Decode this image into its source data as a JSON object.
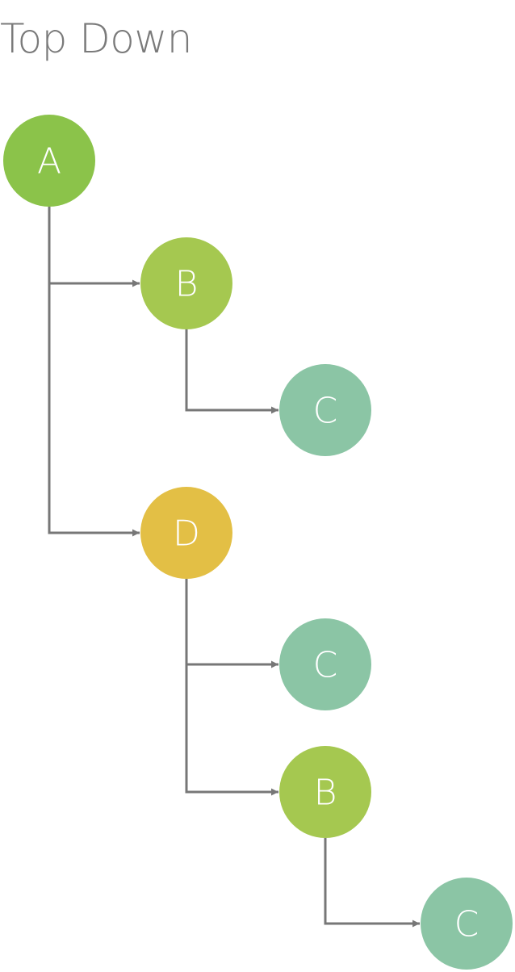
{
  "title": "Top Down",
  "colors": {
    "connector": "#777777",
    "A": "#8bc34a",
    "B": "#a5c850",
    "C": "#8bc5a5",
    "D": "#e3bf45"
  },
  "nodes": [
    {
      "id": "n1",
      "label": "A",
      "kind": "A",
      "parent": null
    },
    {
      "id": "n2",
      "label": "B",
      "kind": "B",
      "parent": "n1"
    },
    {
      "id": "n3",
      "label": "C",
      "kind": "C",
      "parent": "n2"
    },
    {
      "id": "n4",
      "label": "D",
      "kind": "D",
      "parent": "n1"
    },
    {
      "id": "n5",
      "label": "C",
      "kind": "C",
      "parent": "n4"
    },
    {
      "id": "n6",
      "label": "B",
      "kind": "B",
      "parent": "n4"
    },
    {
      "id": "n7",
      "label": "C",
      "kind": "C",
      "parent": "n6"
    }
  ]
}
